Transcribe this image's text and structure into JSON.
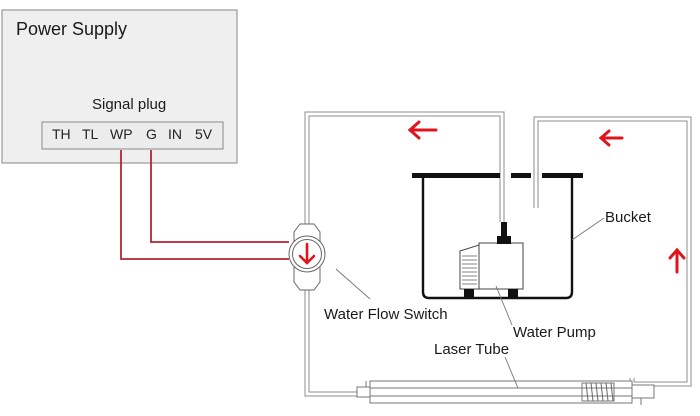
{
  "diagram": {
    "title": "Laser tube water cooling circuit with water flow switch",
    "power_supply": {
      "label": "Power Supply",
      "signal_plug_label": "Signal plug",
      "pins": [
        "TH",
        "TL",
        "WP",
        "G",
        "IN",
        "5V"
      ],
      "connected_pins": [
        "WP",
        "G"
      ]
    },
    "components": {
      "water_flow_switch": "Water Flow Switch",
      "bucket": "Bucket",
      "water_pump": "Water Pump",
      "laser_tube": "Laser Tube"
    },
    "flow_arrows": [
      {
        "id": "return-top-left",
        "direction": "left"
      },
      {
        "id": "return-top-right",
        "direction": "left"
      },
      {
        "id": "right-side",
        "direction": "up"
      },
      {
        "id": "flow-switch",
        "direction": "down"
      }
    ],
    "colors": {
      "signal_wire": "#b3262e",
      "flow_arrow": "#e0141c",
      "hose": "#8c8c8c",
      "bucket": "#111111",
      "power_supply_fill": "#efefef",
      "power_supply_border": "#9a9a9a"
    }
  }
}
